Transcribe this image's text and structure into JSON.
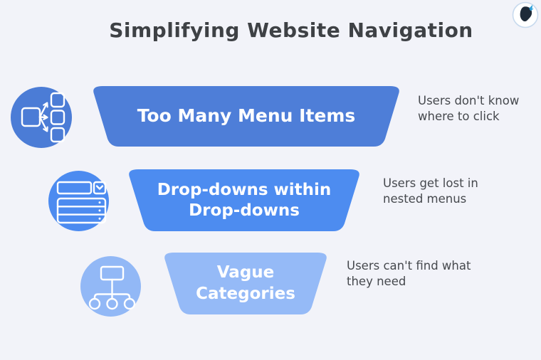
{
  "page": {
    "title": "Simplifying Website Navigation",
    "background_color": "#F2F3F9",
    "title_color": "#3E4145",
    "annotation_color": "#46494E"
  },
  "logo": {
    "icon": "head-with-butterfly-logo",
    "ring_color": "#C8DAEE",
    "silhouette_color": "#1E2A38",
    "butterfly_color": "#2F9FD8"
  },
  "rows": [
    {
      "label": "Too Many Menu Items",
      "annotation": "Users don't know\nwhere to click",
      "funnel_color": "#4E7ED8",
      "icon_color": "#4B7CD6",
      "icon": "branching-menu-icon"
    },
    {
      "label": "Drop-downs within\nDrop-downs",
      "annotation": "Users get lost in\nnested menus",
      "funnel_color": "#4D8CF0",
      "icon_color": "#4C8BF0",
      "icon": "dropdown-list-icon"
    },
    {
      "label": "Vague\nCategories",
      "annotation": "Users can't find what\nthey need",
      "funnel_color": "#95BAF7",
      "icon_color": "#92B8F6",
      "icon": "category-tree-icon"
    }
  ]
}
